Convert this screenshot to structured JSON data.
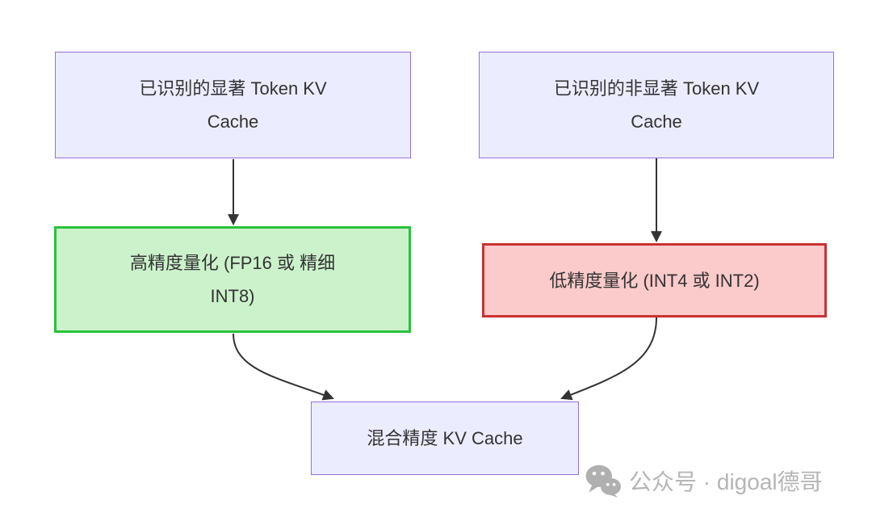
{
  "diagram": {
    "nodes": [
      {
        "id": "salient-kv-cache",
        "lines": [
          "已识别的显著 Token KV",
          "Cache"
        ],
        "fill": "#ececff",
        "stroke": "#9370db"
      },
      {
        "id": "non-salient-kv-cache",
        "lines": [
          "已识别的非显著 Token KV",
          "Cache"
        ],
        "fill": "#ececff",
        "stroke": "#9370db"
      },
      {
        "id": "high-precision-quant",
        "lines": [
          "高精度量化 (FP16 或 精细",
          "INT8)"
        ],
        "fill": "#ccf2cc",
        "stroke": "#2ac23a"
      },
      {
        "id": "low-precision-quant",
        "lines": [
          "低精度量化 (INT4 或 INT2)"
        ],
        "fill": "#fbcaca",
        "stroke": "#c83230"
      },
      {
        "id": "mixed-precision-kv-cache",
        "lines": [
          "混合精度 KV Cache"
        ],
        "fill": "#ececff",
        "stroke": "#9370db"
      }
    ],
    "edges": [
      {
        "from": "salient-kv-cache",
        "to": "high-precision-quant"
      },
      {
        "from": "non-salient-kv-cache",
        "to": "low-precision-quant"
      },
      {
        "from": "high-precision-quant",
        "to": "mixed-precision-kv-cache"
      },
      {
        "from": "low-precision-quant",
        "to": "mixed-precision-kv-cache"
      }
    ],
    "arrow_color": "#333333",
    "text_color": "#333333"
  },
  "watermark": {
    "icon": "wechat-icon",
    "text": "公众号 · digoal德哥",
    "color": "#b5b5b5"
  }
}
